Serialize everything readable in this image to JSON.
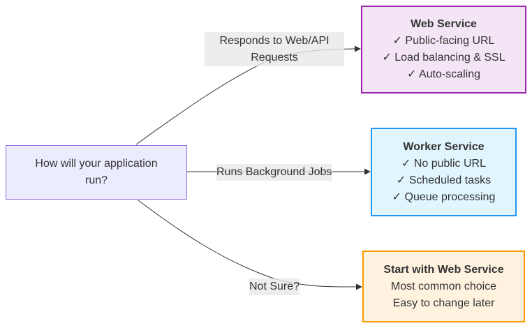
{
  "start_node": {
    "text": "How will your application run?"
  },
  "edges": [
    {
      "label_line1": "Responds to Web/API",
      "label_line2": "Requests"
    },
    {
      "label": "Runs Background Jobs"
    },
    {
      "label": "Not Sure?"
    }
  ],
  "nodes": {
    "web_service": {
      "title": "Web Service",
      "items": [
        "✓ Public-facing URL",
        "✓ Load balancing & SSL",
        "✓ Auto-scaling"
      ]
    },
    "worker_service": {
      "title": "Worker Service",
      "items": [
        "✓ No public URL",
        "✓ Scheduled tasks",
        "✓ Queue processing"
      ]
    },
    "start_with_web": {
      "title": "Start with Web Service",
      "items": [
        "Most common choice",
        "Easy to change later"
      ]
    }
  },
  "colors": {
    "start_fill": "#ECECFF",
    "start_stroke": "#9370DB",
    "web_fill": "#F3E5F5",
    "web_stroke": "#9C27B0",
    "worker_fill": "#E1F5FE",
    "worker_stroke": "#2196F3",
    "notsure_fill": "#FFF3E0",
    "notsure_stroke": "#FF9800",
    "edge_label_bg": "#E8E8E8",
    "line": "#333333"
  }
}
